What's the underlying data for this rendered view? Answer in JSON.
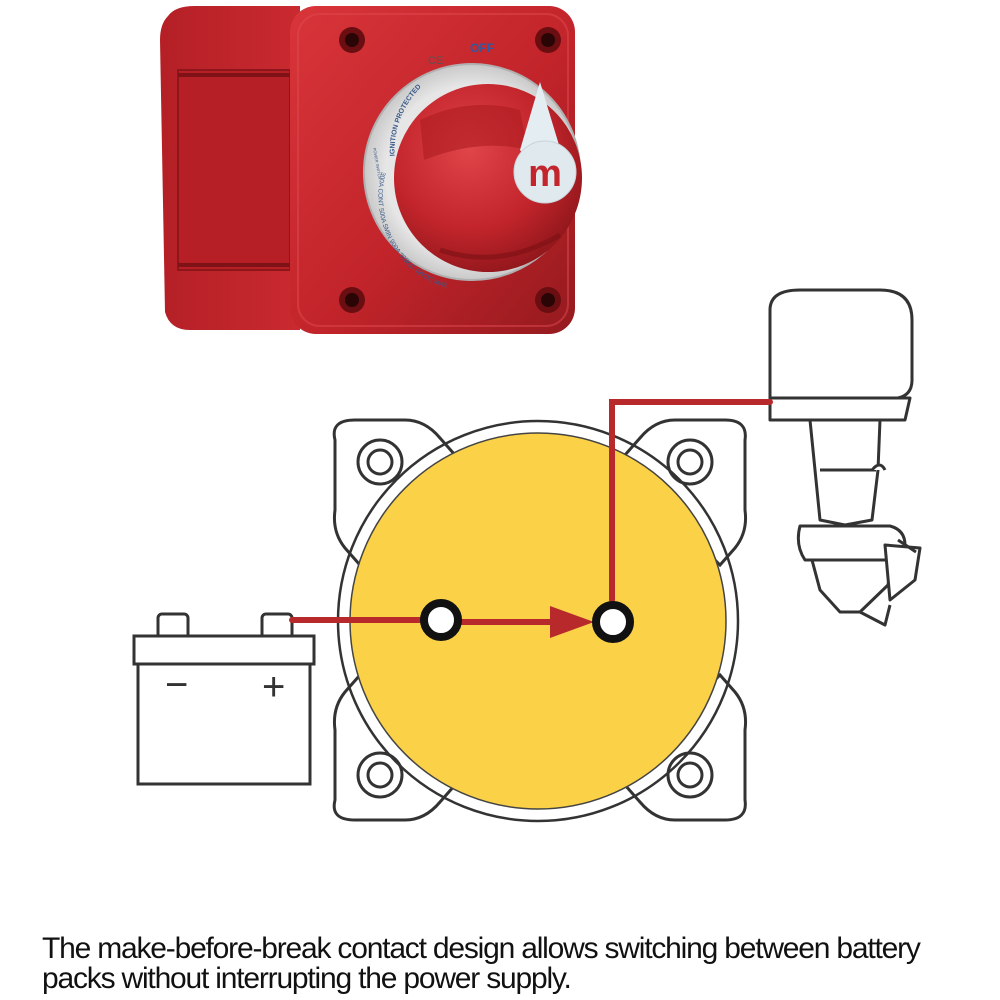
{
  "switch_photo": {
    "off_label": "OFF",
    "ce_mark": "CE",
    "ring_text_top": "IGNITION PROTECTED",
    "ring_text_side": "POWER SWITCH",
    "ring_text_bottom": "300A CONT 500A 5MIN 900A 30SEC 48VDC MAX",
    "knob_logo": "m"
  },
  "diagram": {
    "battery_negative_symbol": "−",
    "battery_positive_symbol": "+"
  },
  "caption": "The make-before-break contact design allows switching between battery packs without interrupting the power supply.",
  "colors": {
    "switch_red": "#c8262b",
    "switch_dark_red": "#8e1519",
    "ring_gray": "#dcdcdc",
    "ring_text_blue": "#3a5a8a",
    "disc_yellow": "#fbd247",
    "wire_red": "#b8292c",
    "line_gray": "#333333"
  }
}
